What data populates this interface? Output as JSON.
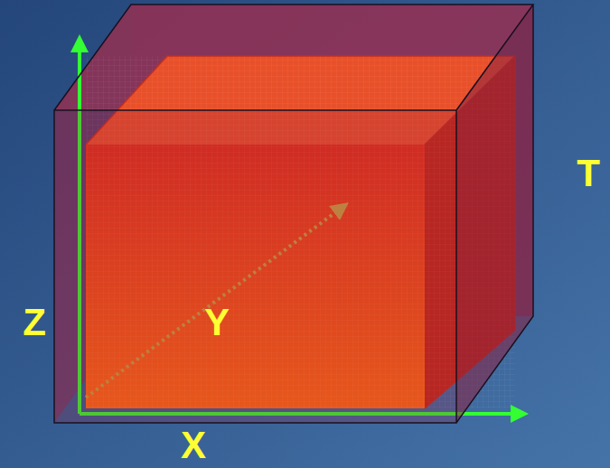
{
  "diagram": {
    "labels": [
      "Z",
      "Y",
      "X",
      "T"
    ]
  }
}
